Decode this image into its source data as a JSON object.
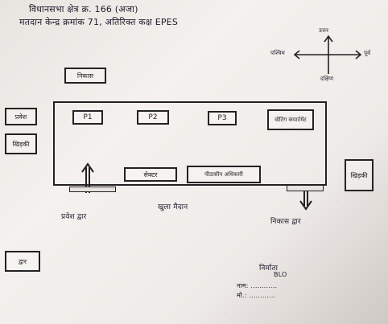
{
  "header": {
    "line1": "विधानसभा क्षेत्र क्र. 166 (अजा)",
    "line2": "मतदान केन्द्र क्रमांक 71, अतिरिक्त कक्ष EPES"
  },
  "compass": {
    "north": "उत्तर",
    "south": "दक्षिण",
    "west": "पश्चिम",
    "east": "पूर्व"
  },
  "labels": {
    "top_left_box": "निकास",
    "left_box_1": "प्रवेश",
    "left_box_2": "खिड़की",
    "left_box_3": "द्वार",
    "right_box": "खिड़की",
    "polling_officers": [
      "P1",
      "P2",
      "P3"
    ],
    "polling_booth": "वोटिंग कंपार्टमेंट",
    "inner_box_1": "सेक्टर",
    "inner_box_2": "पीठासीन अधिकारी",
    "entry": "प्रवेश द्वार",
    "corridor": "खुला मैदान",
    "exit": "निकास द्वार"
  },
  "signature": {
    "line1": "निर्माता",
    "line2": "BLO",
    "line3": "नाम: ............",
    "line4": "मो.: ............"
  }
}
